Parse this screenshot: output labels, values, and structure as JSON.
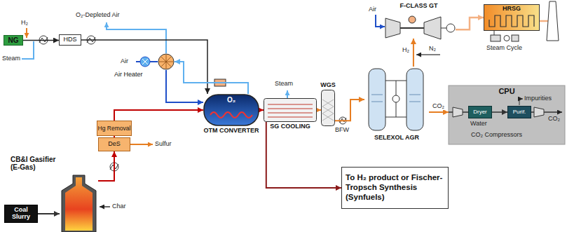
{
  "diagram": {
    "nodes": [
      {
        "text": [
          "NG"
        ]
      },
      {
        "text": [
          "HDS"
        ]
      },
      {
        "text": [
          "Air Heater"
        ]
      },
      {
        "text": [
          "O₂",
          "OTM CONVERTER"
        ]
      },
      {
        "text": [
          "Hg Removal"
        ]
      },
      {
        "text": [
          "DeS"
        ]
      },
      {
        "text": [
          "CB&I Gasifier (E-Gas)"
        ]
      },
      {
        "text": [
          "Coal Slurry"
        ]
      },
      {
        "text": [
          "SG COOLING"
        ]
      },
      {
        "text": [
          "WGS"
        ]
      },
      {
        "text": [
          "SELEXOL AGR"
        ]
      },
      {
        "text": [
          "F-CLASS GT"
        ]
      },
      {
        "text": [
          "HRSG"
        ]
      },
      {
        "text": [
          "CPU"
        ]
      },
      {
        "text": [
          "Dryer"
        ],
        "in": 13
      },
      {
        "text": [
          "Purif."
        ],
        "in": 13
      },
      {
        "text": [
          "To H₂ product or Fischer-Tropsch Synthesis (Synfuels)"
        ]
      }
    ],
    "edges": [
      {
        "from": 0,
        "to": 1,
        "arrow": "to"
      },
      {
        "from": 1,
        "to": 3,
        "arrow": "to"
      },
      {
        "from": 7,
        "to": 6,
        "arrow": "to"
      },
      {
        "from": 6,
        "to": 5,
        "arrow": "to"
      },
      {
        "from": 5,
        "to": 4,
        "arrow": "to"
      },
      {
        "from": 4,
        "to": 3,
        "arrow": "to"
      },
      {
        "from": 2,
        "to": 3,
        "arrow": "to"
      },
      {
        "from": 3,
        "to": 2,
        "arrow": "to"
      },
      {
        "from": 3,
        "to": 8,
        "arrow": "to"
      },
      {
        "from": 8,
        "to": 9,
        "arrow": "to"
      },
      {
        "from": 9,
        "to": 10,
        "arrow": "to"
      },
      {
        "from": 10,
        "to": 11,
        "arrow": "to",
        "label": "H₂"
      },
      {
        "from": 10,
        "to": 13,
        "arrow": "to",
        "label": "CO₂"
      },
      {
        "from": 11,
        "to": 12,
        "arrow": "to"
      },
      {
        "from": 8,
        "to": 16,
        "arrow": "to"
      },
      {
        "from": 14,
        "to": 15,
        "arrow": "to"
      }
    ],
    "labels": [
      "Air",
      "O₂-Depleted Air",
      "H₂",
      "Steam",
      "Sulfur",
      "Char",
      "Steam",
      "BFW",
      "N₂",
      "Air",
      "Steam Cycle",
      "Impurities",
      "Water",
      "CO₂ Compressors",
      "CO₂"
    ]
  }
}
